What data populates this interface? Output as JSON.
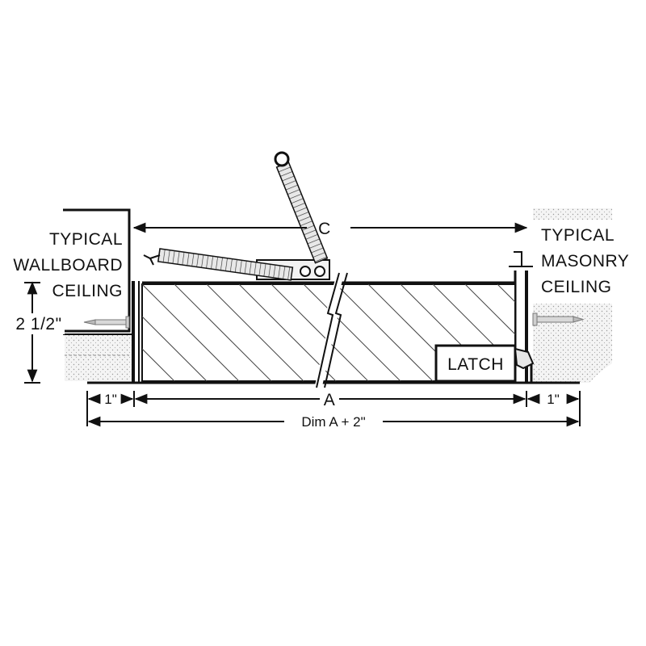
{
  "labels": {
    "wallboard_line1": "TYPICAL",
    "wallboard_line2": "WALLBOARD",
    "wallboard_line3": "CEILING",
    "masonry_line1": "TYPICAL",
    "masonry_line2": "MASONRY",
    "masonry_line3": "CEILING",
    "latch": "LATCH"
  },
  "dimensions": {
    "height": "2 1/2\"",
    "c": "C",
    "a": "A",
    "left_flange": "1\"",
    "right_flange": "1\"",
    "overall": "Dim A + 2\""
  }
}
